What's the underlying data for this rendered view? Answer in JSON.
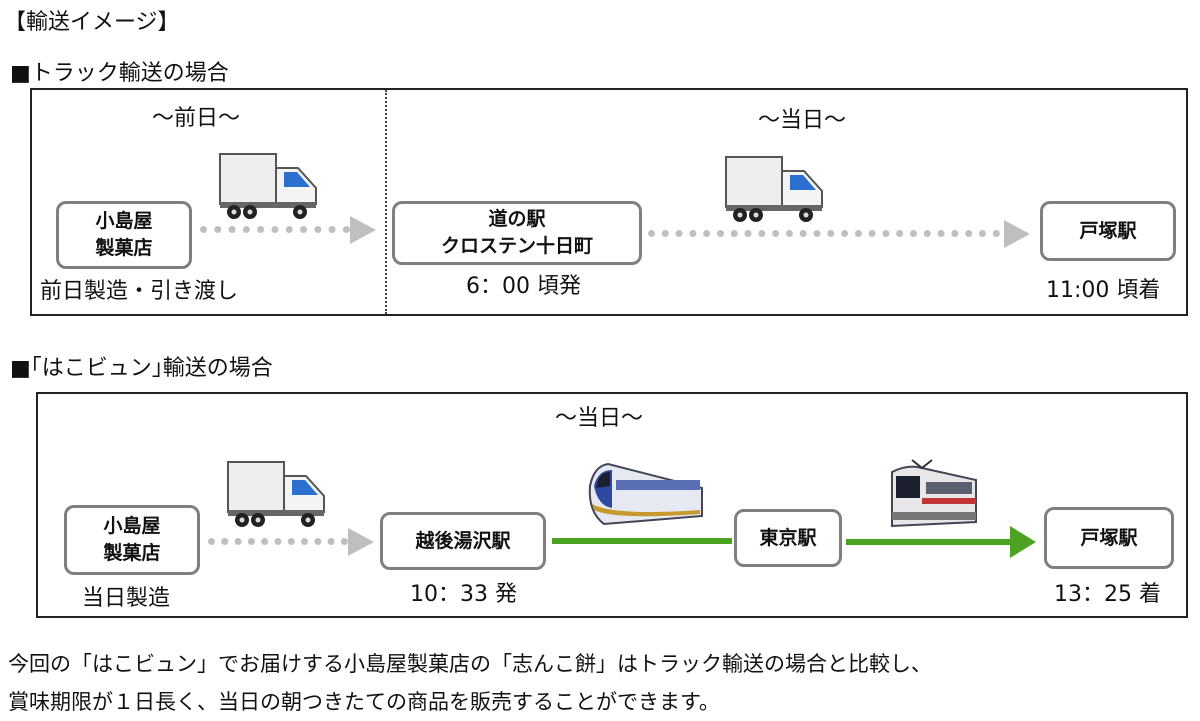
{
  "heading": "【輸送イメージ】",
  "truck_section": {
    "title": "■トラック輸送の場合",
    "prev_day_label": "～前日～",
    "same_day_label": "～当日～",
    "origin": {
      "line1": "小島屋",
      "line2": "製菓店",
      "note": "前日製造・引き渡し"
    },
    "stop": {
      "line1": "道の駅",
      "line2": "クロステン十日町",
      "note": "6：00 頃発"
    },
    "destination": {
      "label": "戸塚駅",
      "note": "11:00 頃着"
    }
  },
  "hakobyun_section": {
    "title": "■｢はこビュン｣輸送の場合",
    "same_day_label": "～当日～",
    "origin": {
      "line1": "小島屋",
      "line2": "製菓店",
      "note": "当日製造"
    },
    "station1": {
      "label": "越後湯沢駅",
      "note": "10：33 発"
    },
    "station2": {
      "label": "東京駅"
    },
    "destination": {
      "label": "戸塚駅",
      "note": "13：25 着"
    }
  },
  "description": {
    "line1": "今回の「はこビュン」でお届けする小島屋製菓店の「志んこ餅」はトラック輸送の場合と比較し、",
    "line2": "賞味期限が１日長く、当日の朝つきたての商品を販売することができます。"
  },
  "colors": {
    "node_border": "#7f7f7f",
    "gray_arrow": "#bfbfbf",
    "green_arrow": "#4ca321",
    "truck_body": "#eeeeee",
    "truck_cab": "#2b6fcf"
  },
  "icons": [
    "truck-icon",
    "shinkansen-icon",
    "express-train-icon"
  ]
}
